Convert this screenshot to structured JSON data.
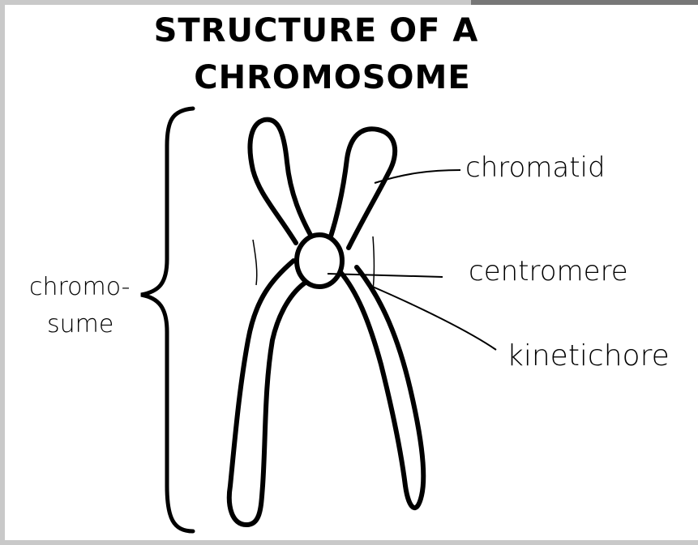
{
  "title": {
    "line1": "STRUCTURE OF A",
    "line2": "CHROMOSOME"
  },
  "labels": {
    "chromatid": "chromatid",
    "centromere": "centromere",
    "kinetochore": "kinetichore",
    "chromosome_line1": "chromo-",
    "chromosome_line2": "sume"
  },
  "colors": {
    "ink": "#000000",
    "background": "#ffffff",
    "frame": "#c9c9c9"
  }
}
